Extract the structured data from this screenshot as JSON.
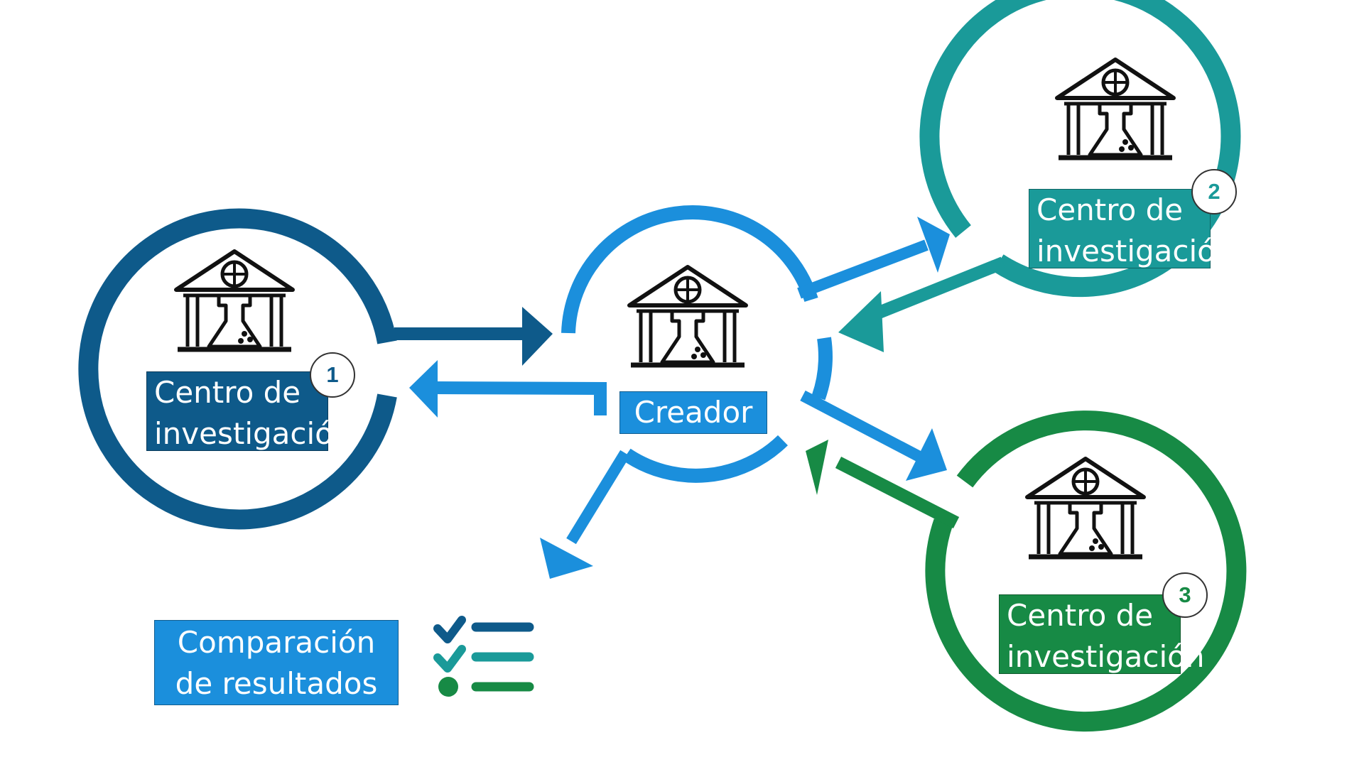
{
  "colors": {
    "center1": "#0e5a8a",
    "creator": "#1b8fdc",
    "center2": "#1a9a99",
    "center3": "#178a45",
    "icon_stroke": "#111111"
  },
  "nodes": {
    "center1": {
      "label_line1": "Centro de",
      "label_line2": "investigación",
      "number": "1",
      "icon": "research-building-icon"
    },
    "creator": {
      "label": "Creador",
      "icon": "research-building-icon"
    },
    "center2": {
      "label_line1": "Centro de",
      "label_line2": "investigación",
      "number": "2",
      "icon": "research-building-icon"
    },
    "center3": {
      "label_line1": "Centro de",
      "label_line2": "investigación",
      "number": "3",
      "icon": "research-building-icon"
    }
  },
  "results": {
    "label_line1": "Comparación",
    "label_line2": "de resultados",
    "icon": "checklist-icon"
  }
}
